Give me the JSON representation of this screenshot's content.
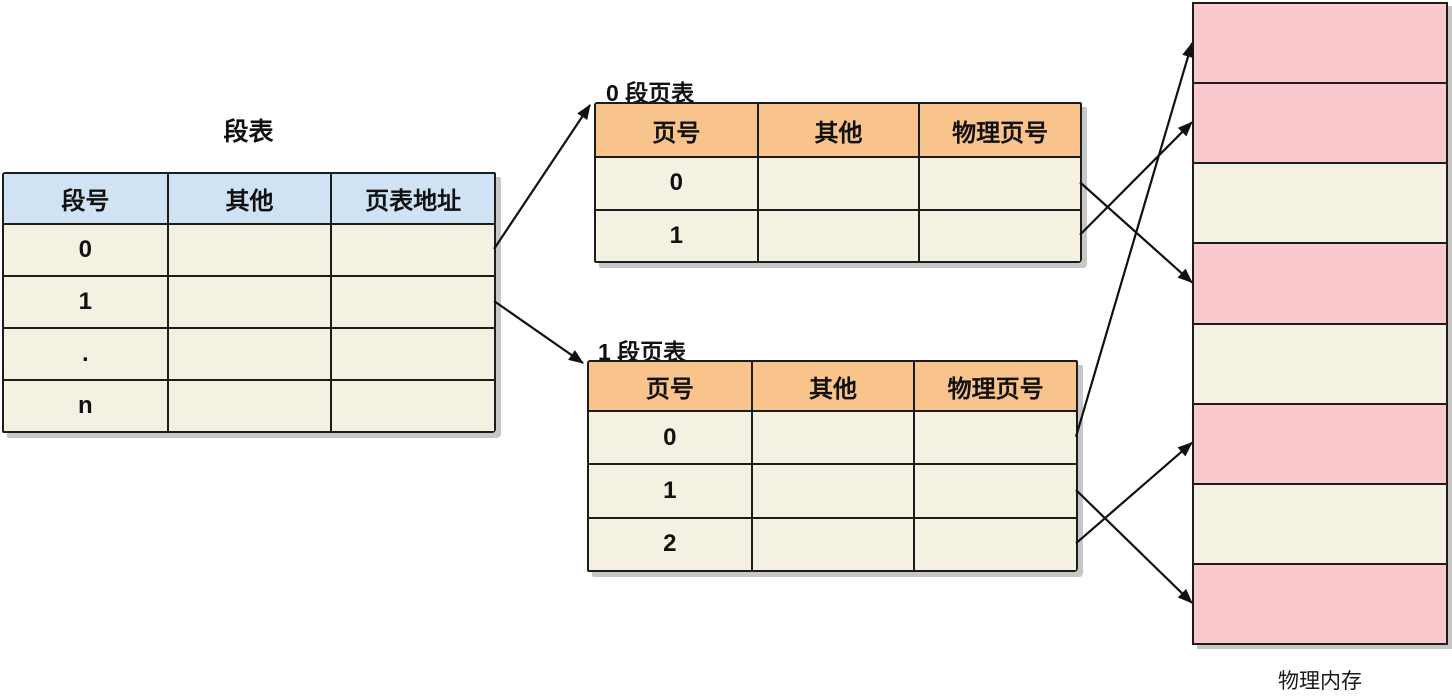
{
  "colors": {
    "background": "#ffffff",
    "segment_header": "#cfe3f4",
    "page_header": "#f8c48c",
    "cell": "#f4f1e3",
    "memory_used": "#f9c9ce",
    "memory_free": "#f4f1e3",
    "border": "#1c1c1c",
    "arrow": "#111111"
  },
  "segment_table": {
    "title": "段表",
    "headers": [
      "段号",
      "其他",
      "页表地址"
    ],
    "rows": [
      [
        "0",
        "",
        ""
      ],
      [
        "1",
        "",
        ""
      ],
      [
        ".",
        "",
        ""
      ],
      [
        "n",
        "",
        ""
      ]
    ]
  },
  "page_tables": [
    {
      "label": "0 段页表",
      "headers": [
        "页号",
        "其他",
        "物理页号"
      ],
      "rows": [
        [
          "0",
          "",
          ""
        ],
        [
          "1",
          "",
          ""
        ]
      ]
    },
    {
      "label": "1 段页表",
      "headers": [
        "页号",
        "其他",
        "物理页号"
      ],
      "rows": [
        [
          "0",
          "",
          ""
        ],
        [
          "1",
          "",
          ""
        ],
        [
          "2",
          "",
          ""
        ]
      ]
    }
  ],
  "physical_memory": {
    "label": "物理内存",
    "blocks": [
      "used",
      "used",
      "free",
      "used",
      "free",
      "used",
      "free",
      "used"
    ]
  },
  "connections": [
    {
      "from": "seg-row-0",
      "to": "pt0-table",
      "anchor": "top-left"
    },
    {
      "from": "seg-row-1",
      "to": "pt1-table",
      "anchor": "top-left"
    },
    {
      "from": "pt0-row-0",
      "to": "mem-block-3",
      "anchor": "left-center"
    },
    {
      "from": "pt0-row-1",
      "to": "mem-block-1",
      "anchor": "left-center"
    },
    {
      "from": "pt1-row-0",
      "to": "mem-block-0",
      "anchor": "left-center"
    },
    {
      "from": "pt1-row-1",
      "to": "mem-block-7",
      "anchor": "left-center"
    },
    {
      "from": "pt1-row-2",
      "to": "mem-block-5",
      "anchor": "left-center"
    }
  ]
}
